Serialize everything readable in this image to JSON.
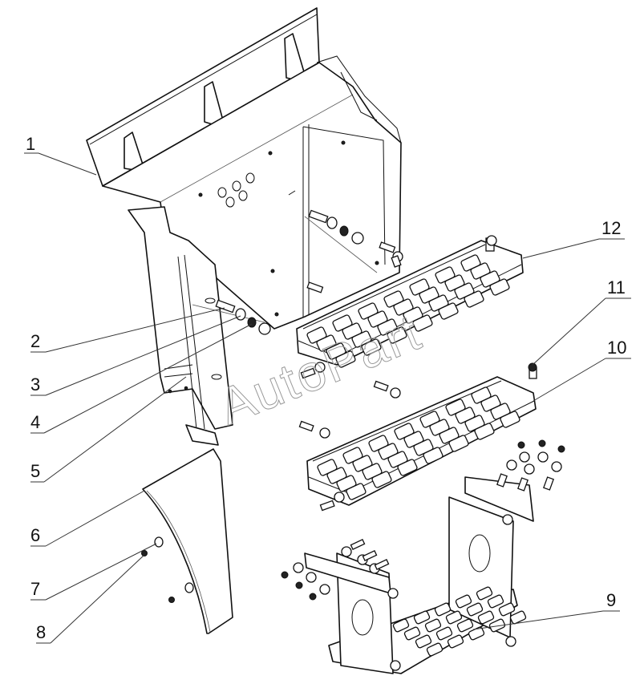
{
  "diagram": {
    "type": "exploded-assembly",
    "subject": "cab entry step assembly with mud flap",
    "watermark": "AutoPart",
    "callouts": [
      {
        "id": "1",
        "label": "1"
      },
      {
        "id": "2",
        "label": "2"
      },
      {
        "id": "3",
        "label": "3"
      },
      {
        "id": "4",
        "label": "4"
      },
      {
        "id": "5",
        "label": "5"
      },
      {
        "id": "6",
        "label": "6"
      },
      {
        "id": "7",
        "label": "7"
      },
      {
        "id": "8",
        "label": "8"
      },
      {
        "id": "9",
        "label": "9"
      },
      {
        "id": "10",
        "label": "10"
      },
      {
        "id": "11",
        "label": "11"
      },
      {
        "id": "12",
        "label": "12"
      }
    ]
  }
}
